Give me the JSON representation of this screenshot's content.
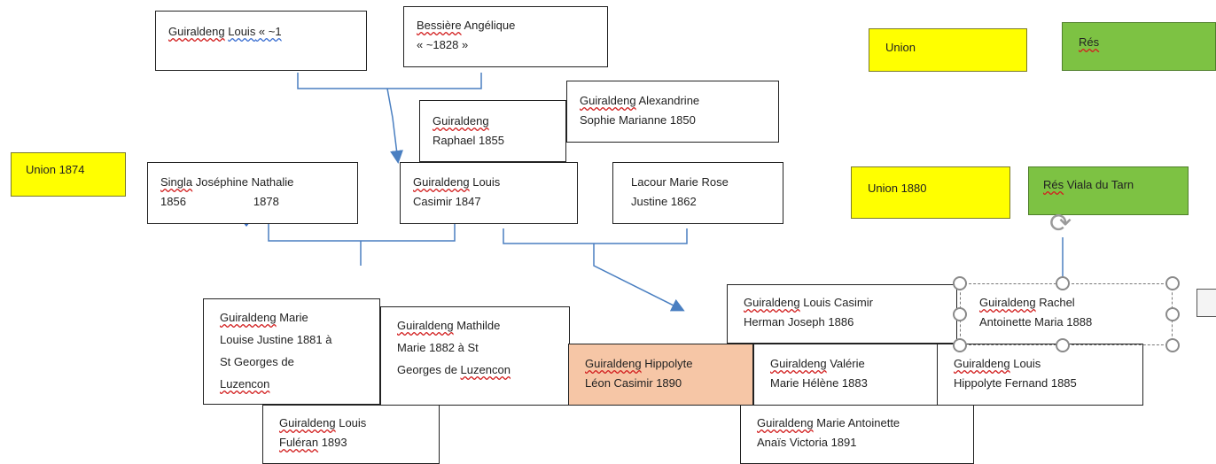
{
  "boxes": {
    "louis_sr": [
      "Guiraldeng",
      " ",
      "Louis",
      " « ~1"
    ],
    "angelique": [
      "Bessière",
      " Angélique",
      "« ~1828 »"
    ],
    "alexandrine": [
      "Guiraldeng",
      " Alexandrine",
      "Sophie Marianne 1850"
    ],
    "raphael": [
      "Guiraldeng",
      "Raphael 1855"
    ],
    "josephine": [
      "Singla",
      " Joséphine Nathalie",
      "1856",
      "1878"
    ],
    "louis_casimir": [
      "Guiraldeng",
      " Louis",
      "Casimir 1847"
    ],
    "lacour": [
      "Lacour Marie Rose",
      "Justine 1862"
    ],
    "marie_louise": [
      "Guiraldeng",
      " Marie",
      "Louise Justine 1881 à",
      "St Georges de",
      "Luzencon"
    ],
    "mathilde": [
      "Guiraldeng",
      " Mathilde",
      "Marie 1882 à St",
      "Georges de ",
      "Luzencon"
    ],
    "hippolyte": [
      "Guiraldeng",
      " Hippolyte",
      "Léon Casimir 1890"
    ],
    "valerie": [
      "Guiraldeng",
      " Valérie",
      "Marie Hélène 1883"
    ],
    "louis_fernand": [
      "Guiraldeng",
      " Louis",
      "Hippolyte Fernand 1885"
    ],
    "louis_herman": [
      "Guiraldeng",
      " Louis Casimir",
      "Herman Joseph 1886"
    ],
    "rachel": [
      "Guiraldeng",
      " Rachel",
      "Antoinette Maria 1888"
    ],
    "louis_fuleran": [
      "Guiraldeng",
      " Louis",
      "Fuléran",
      " 1893"
    ],
    "marie_antoinette": [
      "Guiraldeng",
      " Marie Antoinette",
      "Anaïs Victoria 1891"
    ]
  },
  "labels": {
    "union": "Union",
    "res": "Rés",
    "union_1874": "Union 1874",
    "union_1880": "Union 1880",
    "res_viala": [
      "Rés",
      " Viala du Tarn"
    ]
  },
  "colors": {
    "union_fill": "#ffff00",
    "res_fill": "#7dc243",
    "highlight_fill": "#f6c6a6",
    "connector": "#4a7fc1",
    "move_handle": "#3a6fc4"
  },
  "icons": [
    "move-arrows-icon",
    "rotate-icon",
    "layout-options-icon"
  ]
}
